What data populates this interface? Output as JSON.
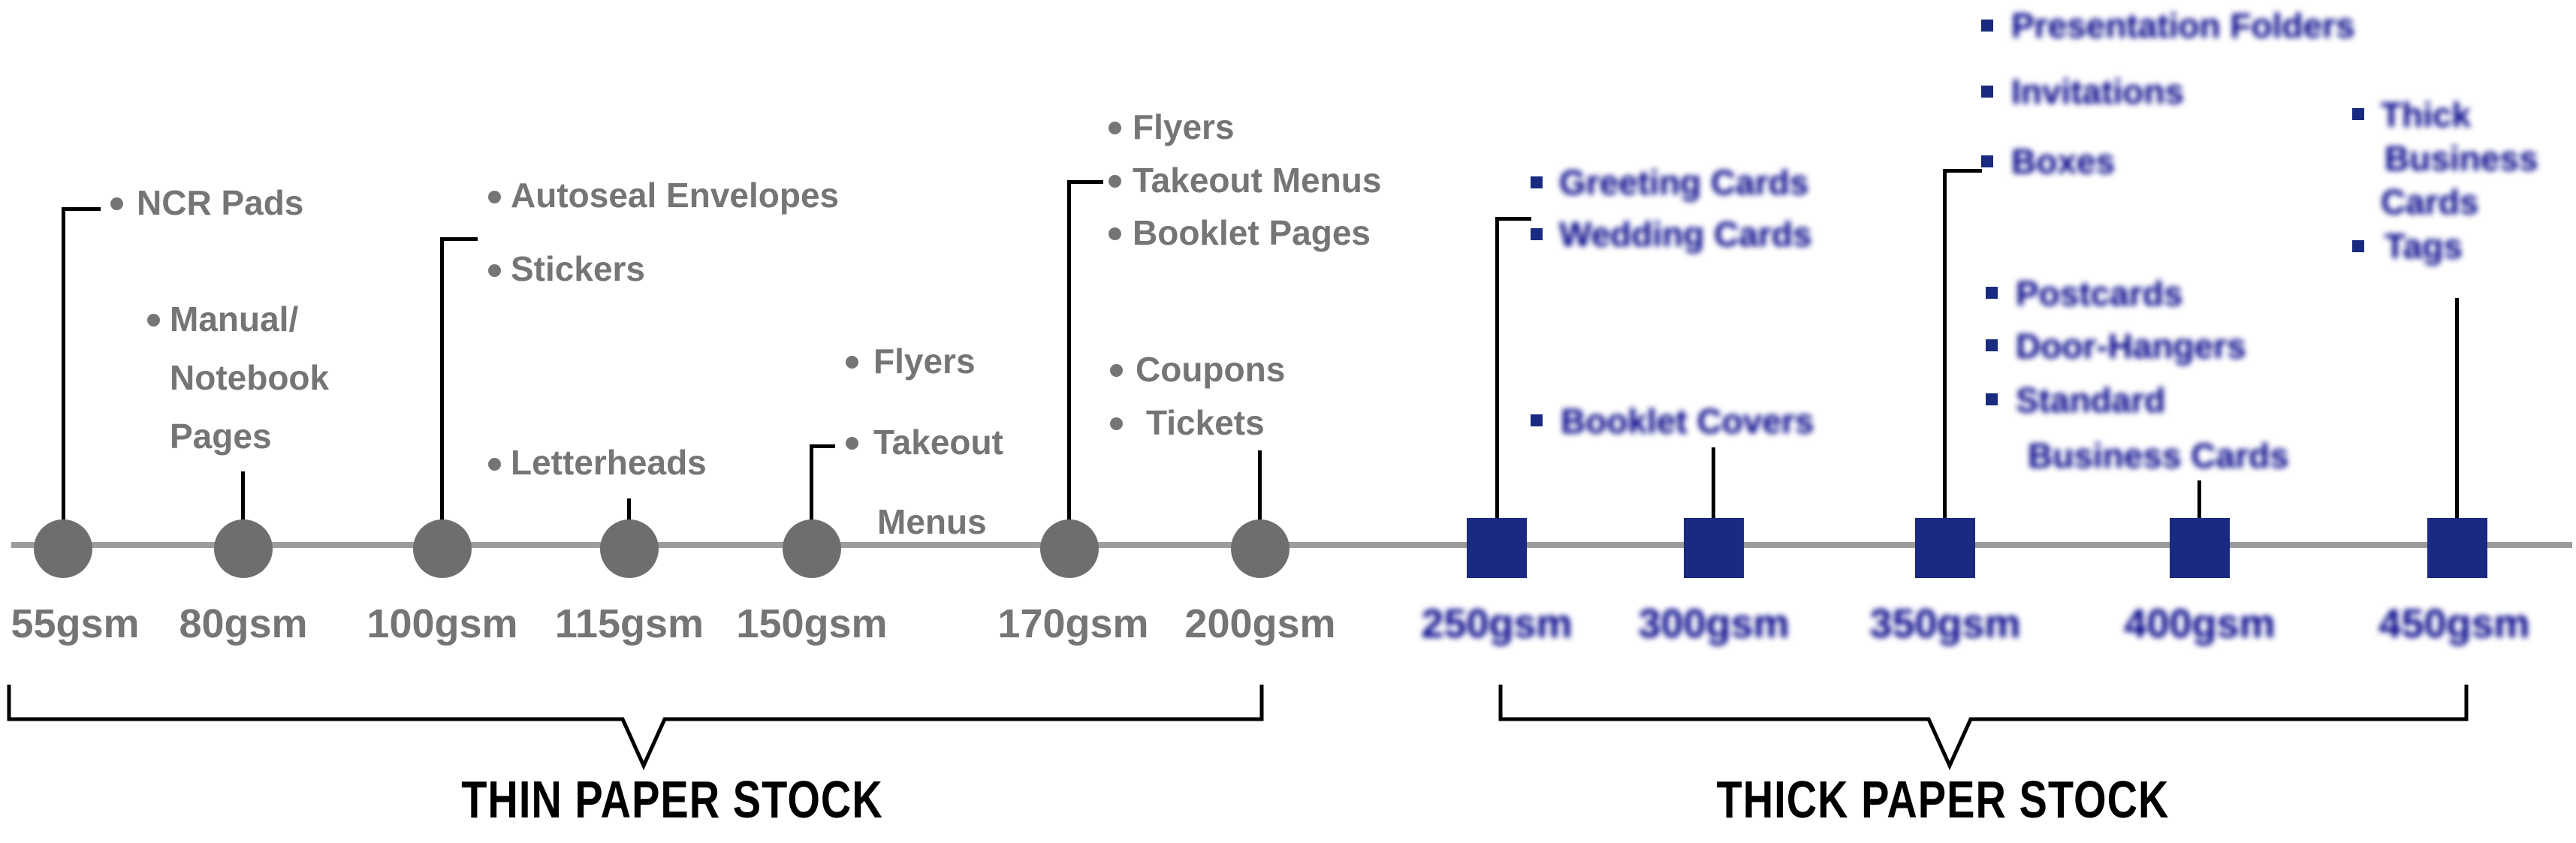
{
  "thin": {
    "caption": "THIN PAPER STOCK",
    "points": [
      {
        "label": "55gsm",
        "lines": [
          "NCR Pads"
        ]
      },
      {
        "label": "80gsm",
        "lines": [
          "Manual/",
          "Notebook",
          "Pages"
        ]
      },
      {
        "label": "100gsm",
        "lines": [
          "Autoseal Envelopes",
          "Stickers"
        ]
      },
      {
        "label": "115gsm",
        "lines": [
          "Letterheads"
        ]
      },
      {
        "label": "150gsm",
        "lines": [
          "Flyers",
          "Takeout",
          "Menus"
        ]
      },
      {
        "label": "170gsm",
        "lines": [
          "Flyers",
          "Takeout Menus",
          "Booklet Pages"
        ]
      },
      {
        "label": "200gsm",
        "lines": [
          "Coupons",
          "Tickets"
        ]
      }
    ]
  },
  "thick": {
    "caption": "THICK PAPER STOCK",
    "points": [
      {
        "label": "250gsm",
        "lines": [
          "Greeting Cards",
          "Wedding Cards",
          "Booklet Covers"
        ]
      },
      {
        "label": "300gsm",
        "lines": [
          "Booklet Covers"
        ]
      },
      {
        "label": "350gsm",
        "lines": [
          "Presentation Folders",
          "Invitations",
          "Boxes"
        ]
      },
      {
        "label": "400gsm",
        "lines": [
          "Postcards",
          "Door-Hangers",
          "Standard",
          "Business Cards"
        ]
      },
      {
        "label": "450gsm",
        "lines": [
          "Thick",
          "Business",
          "Cards",
          "Tags"
        ]
      }
    ]
  },
  "colors": {
    "navy": "#192a80",
    "gray_text": "#757575",
    "gray_node": "#6e6e6e",
    "timeline_gray": "#9c9c9c",
    "black": "#000000"
  }
}
